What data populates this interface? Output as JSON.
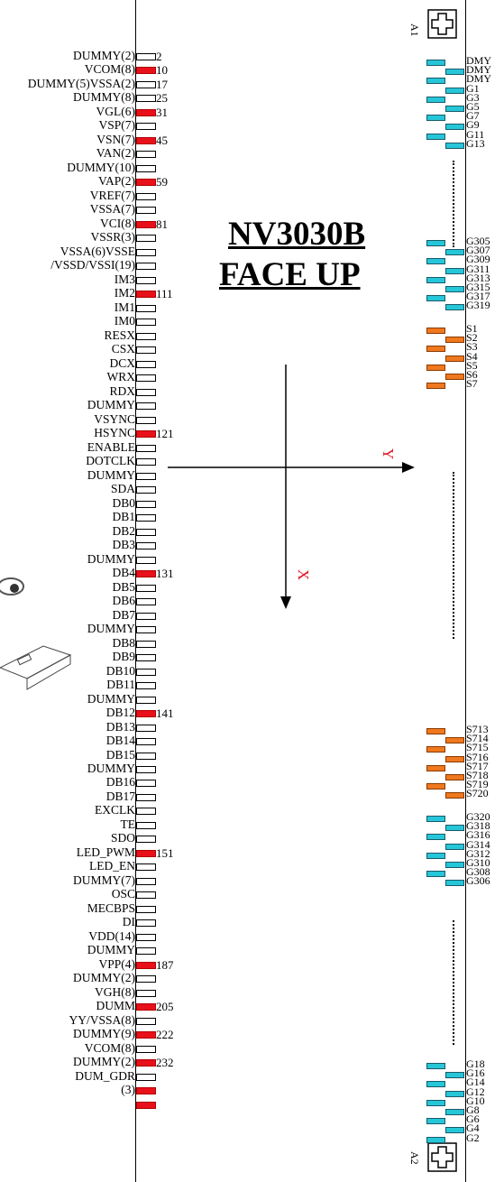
{
  "chip": {
    "title_line1": "NV3030B",
    "title_line2": "FACE UP",
    "axis_y": "Y",
    "axis_x": "X",
    "marker_top": "A1",
    "marker_bottom": "A2"
  },
  "left_pins": [
    {
      "label": "DUMMY(2)",
      "num": "2",
      "red": false
    },
    {
      "label": "VCOM(8)",
      "num": "10",
      "red": true
    },
    {
      "label": "DUMMY(5)VSSA(2)",
      "num": "17",
      "red": false
    },
    {
      "label": "DUMMY(8)",
      "num": "25",
      "red": false
    },
    {
      "label": "VGL(6)",
      "num": "31",
      "red": true
    },
    {
      "label": "VSP(7)",
      "num": "",
      "red": false
    },
    {
      "label": "VSN(7)",
      "num": "45",
      "red": true
    },
    {
      "label": "VAN(2)",
      "num": "",
      "red": false
    },
    {
      "label": "DUMMY(10)",
      "num": "",
      "red": false
    },
    {
      "label": "VAP(2)",
      "num": "59",
      "red": true
    },
    {
      "label": "VREF(7)",
      "num": "",
      "red": false
    },
    {
      "label": "VSSA(7)",
      "num": "",
      "red": false
    },
    {
      "label": "VCI(8)",
      "num": "81",
      "red": true
    },
    {
      "label": "VSSR(3)",
      "num": "",
      "red": false
    },
    {
      "label": "VSSA(6)VSSE",
      "num": "",
      "red": false
    },
    {
      "label": "/VSSD/VSSI(19)",
      "num": "",
      "red": false
    },
    {
      "label": "IM3",
      "num": "",
      "red": false
    },
    {
      "label": "IM2",
      "num": "111",
      "red": true
    },
    {
      "label": "IM1",
      "num": "",
      "red": false
    },
    {
      "label": "IM0",
      "num": "",
      "red": false
    },
    {
      "label": "RESX",
      "num": "",
      "red": false
    },
    {
      "label": "CSX",
      "num": "",
      "red": false
    },
    {
      "label": "DCX",
      "num": "",
      "red": false
    },
    {
      "label": "WRX",
      "num": "",
      "red": false
    },
    {
      "label": "RDX",
      "num": "",
      "red": false
    },
    {
      "label": "DUMMY",
      "num": "",
      "red": false
    },
    {
      "label": "VSYNC",
      "num": "",
      "red": false
    },
    {
      "label": "HSYNC",
      "num": "121",
      "red": true
    },
    {
      "label": "ENABLE",
      "num": "",
      "red": false
    },
    {
      "label": "DOTCLK",
      "num": "",
      "red": false
    },
    {
      "label": "DUMMY",
      "num": "",
      "red": false
    },
    {
      "label": "SDA",
      "num": "",
      "red": false
    },
    {
      "label": "DB0",
      "num": "",
      "red": false
    },
    {
      "label": "DB1",
      "num": "",
      "red": false
    },
    {
      "label": "DB2",
      "num": "",
      "red": false
    },
    {
      "label": "DB3",
      "num": "",
      "red": false
    },
    {
      "label": "DUMMY",
      "num": "",
      "red": false
    },
    {
      "label": "DB4",
      "num": "131",
      "red": true
    },
    {
      "label": "DB5",
      "num": "",
      "red": false
    },
    {
      "label": "DB6",
      "num": "",
      "red": false
    },
    {
      "label": "DB7",
      "num": "",
      "red": false
    },
    {
      "label": "DUMMY",
      "num": "",
      "red": false
    },
    {
      "label": "DB8",
      "num": "",
      "red": false
    },
    {
      "label": "DB9",
      "num": "",
      "red": false
    },
    {
      "label": "DB10",
      "num": "",
      "red": false
    },
    {
      "label": "DB11",
      "num": "",
      "red": false
    },
    {
      "label": "DUMMY",
      "num": "",
      "red": false
    },
    {
      "label": "DB12",
      "num": "141",
      "red": true
    },
    {
      "label": "DB13",
      "num": "",
      "red": false
    },
    {
      "label": "DB14",
      "num": "",
      "red": false
    },
    {
      "label": "DB15",
      "num": "",
      "red": false
    },
    {
      "label": "DUMMY",
      "num": "",
      "red": false
    },
    {
      "label": "DB16",
      "num": "",
      "red": false
    },
    {
      "label": "DB17",
      "num": "",
      "red": false
    },
    {
      "label": "EXCLK",
      "num": "",
      "red": false
    },
    {
      "label": "TE",
      "num": "",
      "red": false
    },
    {
      "label": "SDO",
      "num": "",
      "red": false
    },
    {
      "label": "LED_PWM",
      "num": "151",
      "red": true
    },
    {
      "label": "LED_EN",
      "num": "",
      "red": false
    },
    {
      "label": "DUMMY(7)",
      "num": "",
      "red": false
    },
    {
      "label": "OSC",
      "num": "",
      "red": false
    },
    {
      "label": "MECBPS",
      "num": "",
      "red": false
    },
    {
      "label": "DI",
      "num": "",
      "red": false
    },
    {
      "label": "VDD(14)",
      "num": "",
      "red": false
    },
    {
      "label": "DUMMY",
      "num": "",
      "red": false
    },
    {
      "label": "VPP(4)",
      "num": "187",
      "red": true
    },
    {
      "label": "DUMMY(2)",
      "num": "",
      "red": false
    },
    {
      "label": "VGH(8)",
      "num": "",
      "red": false
    },
    {
      "label": "DUMM",
      "num": "205",
      "red": true
    },
    {
      "label": "YY/VSSA(8)",
      "num": "",
      "red": false
    },
    {
      "label": "DUMMY(9)",
      "num": "222",
      "red": true
    },
    {
      "label": "VCOM(8)",
      "num": "",
      "red": false
    },
    {
      "label": "DUMMY(2)",
      "num": "232",
      "red": true
    },
    {
      "label": "DUM_GDR",
      "num": "",
      "red": false
    },
    {
      "label": "(3)",
      "num": "",
      "red": true
    },
    {
      "label": "",
      "num": "",
      "red": true
    }
  ],
  "right_groups": [
    {
      "color": "cyan",
      "labels": [
        "DMY",
        "DMY",
        "DMY",
        "G1",
        "G3",
        "G5",
        "G7",
        "G9",
        "G11",
        "G13"
      ]
    },
    {
      "color": "cyan",
      "labels": [
        "G305",
        "G307",
        "G309",
        "G311",
        "G313",
        "G315",
        "G317",
        "G319"
      ]
    },
    {
      "color": "orange",
      "labels": [
        "S1",
        "S2",
        "S3",
        "S4",
        "S5",
        "S6",
        "S7"
      ]
    },
    {
      "color": "orange",
      "labels": [
        "S713",
        "S714",
        "S715",
        "S716",
        "S717",
        "S718",
        "S719",
        "S720"
      ]
    },
    {
      "color": "cyan",
      "labels": [
        "G320",
        "G318",
        "G316",
        "G314",
        "G312",
        "G310",
        "G308",
        "G306"
      ]
    },
    {
      "color": "cyan",
      "labels": [
        "G18",
        "G16",
        "G14",
        "G12",
        "G10",
        "G8",
        "G6",
        "G4",
        "G2"
      ]
    }
  ]
}
